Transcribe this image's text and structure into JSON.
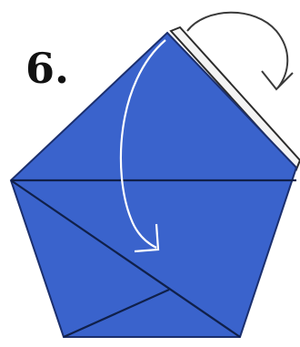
{
  "step": {
    "label": "6."
  },
  "colors": {
    "paper_fill": "#3a63cc",
    "paper_fill_shade": "#2f56c0",
    "crease_line": "#10204a",
    "edge_white": "#f4f4f4",
    "arrow_white": "#ffffff",
    "arrow_dark": "#3a3a3a",
    "label_text": "#111111"
  },
  "arrows": [
    {
      "name": "fold-down-arrow",
      "color_key": "arrow_white"
    },
    {
      "name": "flip-over-arrow",
      "color_key": "arrow_dark"
    }
  ]
}
